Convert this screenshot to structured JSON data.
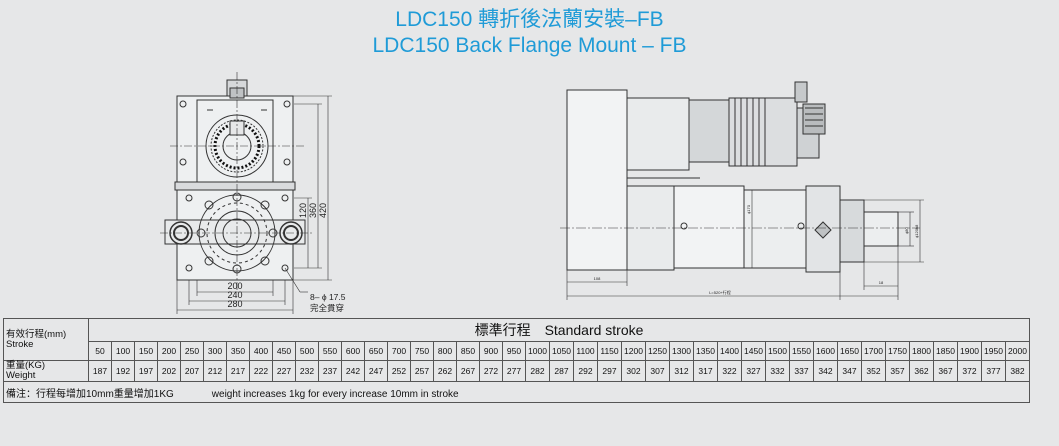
{
  "title": {
    "zh": "LDC150 轉折後法蘭安裝–FB",
    "en": "LDC150 Back Flange Mount – FB"
  },
  "front_view": {
    "dims_h": [
      "200",
      "240",
      "280"
    ],
    "dims_v": [
      "120",
      "360",
      "420"
    ],
    "hole_note": "8– ϕ 17.5",
    "hole_note2": "完全貫穿"
  },
  "side_view": {
    "small_labels": [
      "L=520+行程",
      "108",
      "18",
      "ϕ170",
      "ϕ80",
      "ϕ120h8"
    ]
  },
  "table": {
    "stroke_label_zh": "有效行程(mm)",
    "stroke_label_en": "Stroke",
    "header": "標準行程　Standard stroke",
    "weight_label_zh": "重量(KG)",
    "weight_label_en": "Weight",
    "strokes": [
      "50",
      "100",
      "150",
      "200",
      "250",
      "300",
      "350",
      "400",
      "450",
      "500",
      "550",
      "600",
      "650",
      "700",
      "750",
      "800",
      "850",
      "900",
      "950",
      "1000",
      "1050",
      "1100",
      "1150",
      "1200",
      "1250",
      "1300",
      "1350",
      "1400",
      "1450",
      "1500",
      "1550",
      "1600",
      "1650",
      "1700",
      "1750",
      "1800",
      "1850",
      "1900",
      "1950",
      "2000"
    ],
    "weights": [
      "187",
      "192",
      "197",
      "202",
      "207",
      "212",
      "217",
      "222",
      "227",
      "232",
      "237",
      "242",
      "247",
      "252",
      "257",
      "262",
      "267",
      "272",
      "277",
      "282",
      "287",
      "292",
      "297",
      "302",
      "307",
      "312",
      "317",
      "322",
      "327",
      "332",
      "337",
      "342",
      "347",
      "352",
      "357",
      "362",
      "367",
      "372",
      "377",
      "382"
    ],
    "note_zh": "備注：行程每增加10mm重量增加1KG",
    "note_en": "weight increases 1kg for every increase 10mm in stroke"
  }
}
